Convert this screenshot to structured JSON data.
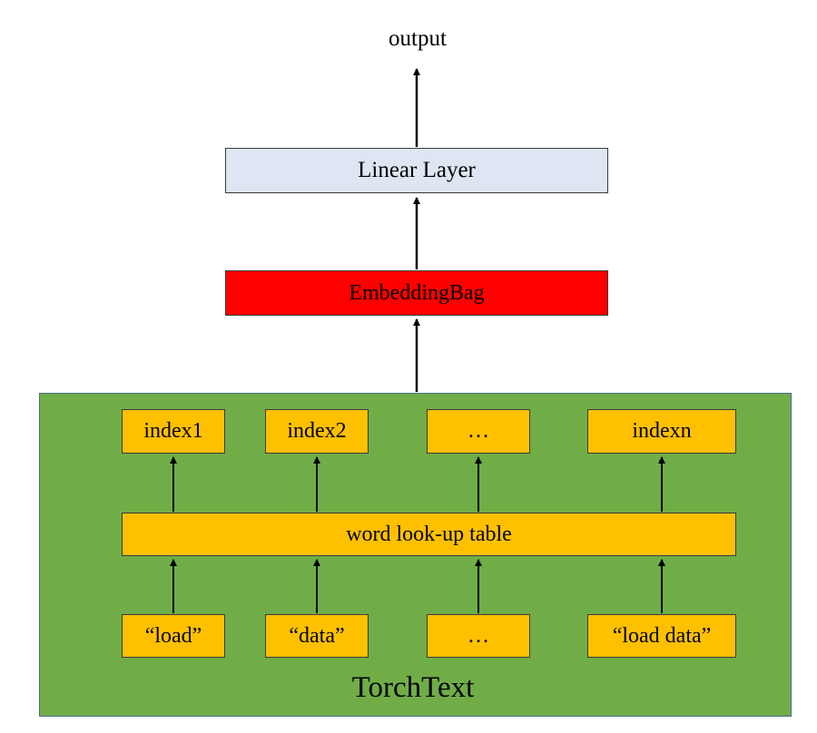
{
  "diagram": {
    "output_label": "output",
    "linear_layer": "Linear Layer",
    "embedding_bag": "EmbeddingBag",
    "torchtext": {
      "label": "TorchText",
      "indices": [
        "index1",
        "index2",
        "…",
        "indexn"
      ],
      "lookup_table": "word look-up table",
      "words": [
        "“load”",
        "“data”",
        "…",
        "“load data”"
      ]
    }
  },
  "colors": {
    "linear_fill": "#dde6f2",
    "embedding_fill": "#ff0000",
    "torchtext_fill": "#70ad47",
    "inner_box_fill": "#ffc000"
  }
}
